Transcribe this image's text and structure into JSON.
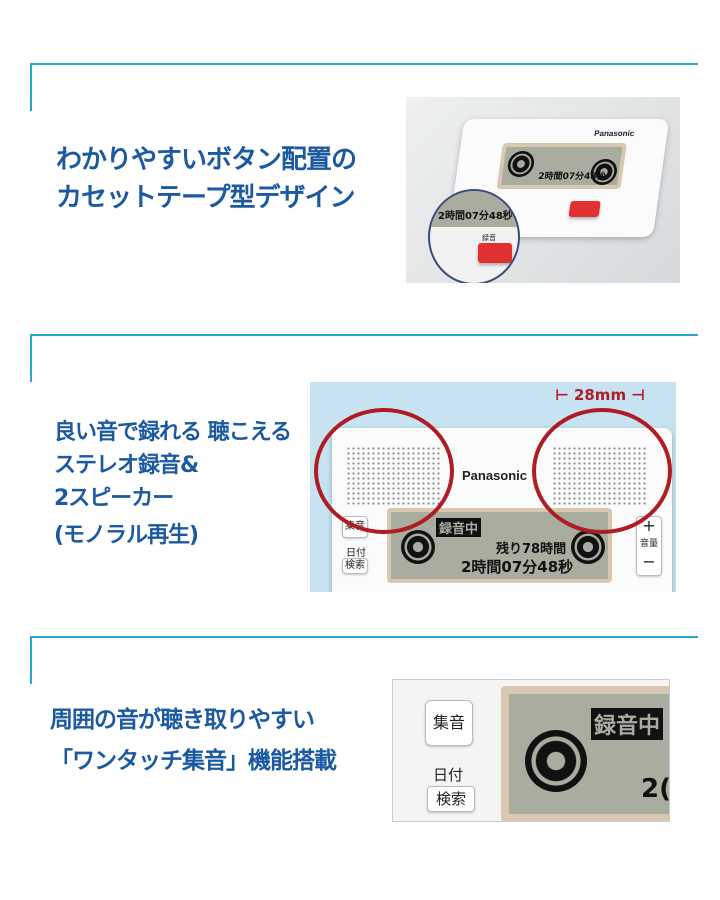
{
  "sections": [
    {
      "title_lines": [
        "わかりやすいボタン配置の",
        "カセットテープ型デザイン"
      ]
    },
    {
      "title_lines": [
        "良い音で録れる 聴こえる",
        "ステレオ録音&",
        "2スピーカー",
        "(モノラル再生)"
      ]
    },
    {
      "title_lines": [
        "周囲の音が聴き取りやすい",
        "「ワンタッチ集音」機能搭載"
      ]
    }
  ],
  "device": {
    "brand": "Panasonic",
    "dimension": "28mm",
    "buttons": {
      "focus": "集音",
      "date": "日付",
      "search": "検索",
      "volume": "音量",
      "plus": "+",
      "minus": "−",
      "record": "録音"
    },
    "lcd": {
      "status": "録音中",
      "remaining": "残り78時間",
      "elapsed": "2時間07分48秒",
      "elapsed_short": "2("
    }
  },
  "colors": {
    "heading": "#1b5aa0",
    "frame": "#2aa6d0",
    "ring": "#b01c24"
  }
}
